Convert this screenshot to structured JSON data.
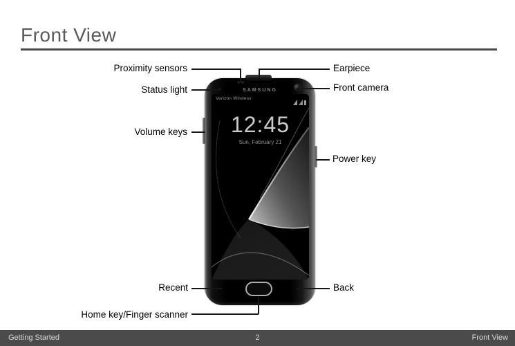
{
  "page": {
    "title": "Front View"
  },
  "callouts": {
    "proximity_sensors": "Proximity sensors",
    "status_light": "Status light",
    "volume_keys": "Volume keys",
    "earpiece": "Earpiece",
    "front_camera": "Front camera",
    "power_key": "Power key",
    "recent": "Recent",
    "back": "Back",
    "home_key": "Home key/Finger scanner"
  },
  "phone": {
    "brand": "SAMSUNG",
    "status_bar": {
      "carrier": "Verizon Wireless"
    },
    "lock_screen": {
      "clock": "12:45",
      "date": "Sun, February 21"
    }
  },
  "footer": {
    "section": "Getting Started",
    "page_number": "2",
    "chapter": "Front View"
  },
  "colors": {
    "title": "#58595b",
    "rule": "#4a4a4a",
    "callout_line": "#161616",
    "footer_bg": "#4b4b4b",
    "footer_text": "#d9d9d9"
  }
}
